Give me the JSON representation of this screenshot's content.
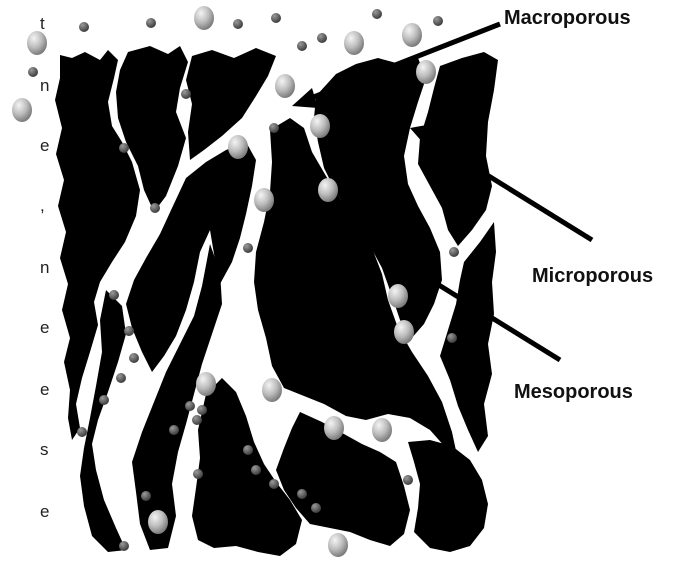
{
  "labels": {
    "macro": "Macroporous",
    "micro": "Microporous",
    "meso": "Mesoporous"
  },
  "edge_text": [
    "t",
    "n",
    "e",
    ",",
    "n",
    "e",
    "e",
    "s",
    "e"
  ],
  "colors": {
    "solid": "#000000",
    "pore": "#ffffff",
    "large_particle": "#bdbdbd",
    "small_particle": "#5a5a5a",
    "arrow": "#000000"
  }
}
